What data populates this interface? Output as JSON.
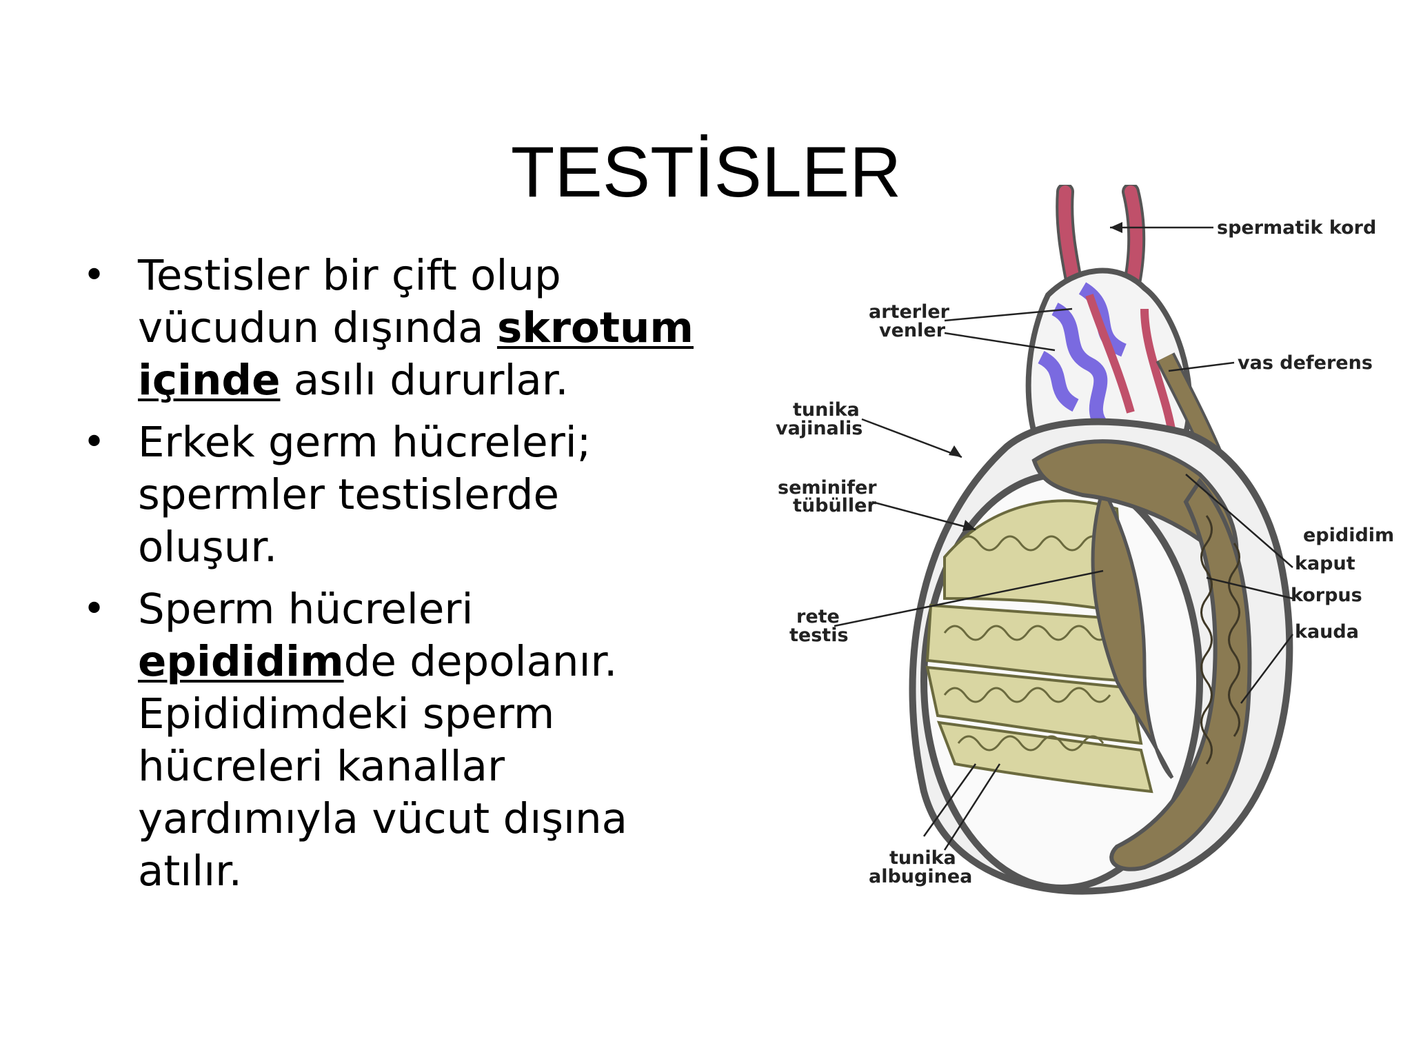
{
  "slide": {
    "title": "TESTİSLER",
    "bullets": [
      {
        "pre": "Testisler bir çift olup vücudun dışında ",
        "em": "skrotum içinde",
        "post": " asılı dururlar."
      },
      {
        "pre": "Erkek germ hücreleri; spermler testislerde oluşur.",
        "em": "",
        "post": ""
      },
      {
        "pre": "Sperm hücreleri ",
        "em": "epididim",
        "post": "de depolanır. Epididimdeki sperm hücreleri kanallar yardımıyla vücut dışına atılır."
      }
    ]
  },
  "diagram": {
    "labels": {
      "spermatik_kord": "spermatik kord",
      "arterler": "arterler",
      "venler": "venler",
      "vas_deferens": "vas deferens",
      "tunika": "tunika",
      "vajinalis": "vajinalis",
      "seminifer": "seminifer",
      "tubuller": "tübüller",
      "epididim": "epididim",
      "kaput": "kaput",
      "korpus": "korpus",
      "kauda": "kauda",
      "rete": "rete",
      "testis": "testis",
      "tunika2": "tunika",
      "albuginea": "albuginea"
    },
    "colors": {
      "artery": "#c0506a",
      "vein": "#7a6ae0",
      "tubule": "#d9d6a2",
      "epididymis": "#8a7a52",
      "outline": "#555555"
    }
  }
}
